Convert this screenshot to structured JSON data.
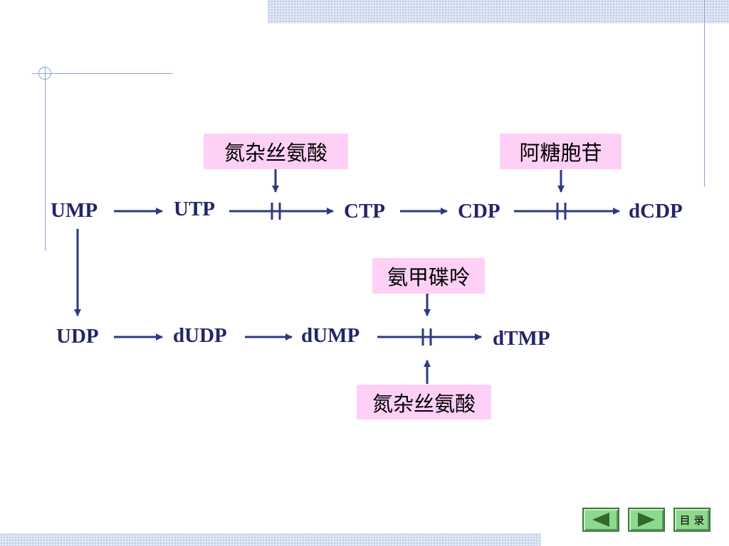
{
  "nodes": {
    "ump": "UMP",
    "utp": "UTP",
    "ctp": "CTP",
    "cdp": "CDP",
    "dcdp": "dCDP",
    "udp": "UDP",
    "dudp": "dUDP",
    "dump": "dUMP",
    "dtmp": "dTMP"
  },
  "inhibitors": {
    "azaserine_top": "氮杂丝氨酸",
    "cytarabine": "阿糖胞苷",
    "aminopterin": "氨甲碟呤",
    "azaserine_bottom": "氮杂丝氨酸"
  },
  "nav": {
    "toc_label": "目 录"
  },
  "colors": {
    "arrow": "#2e3a80",
    "node_text": "#24246b",
    "inhibitor_bg": "#ffd0f6",
    "nav_button": "#8fd88f"
  }
}
